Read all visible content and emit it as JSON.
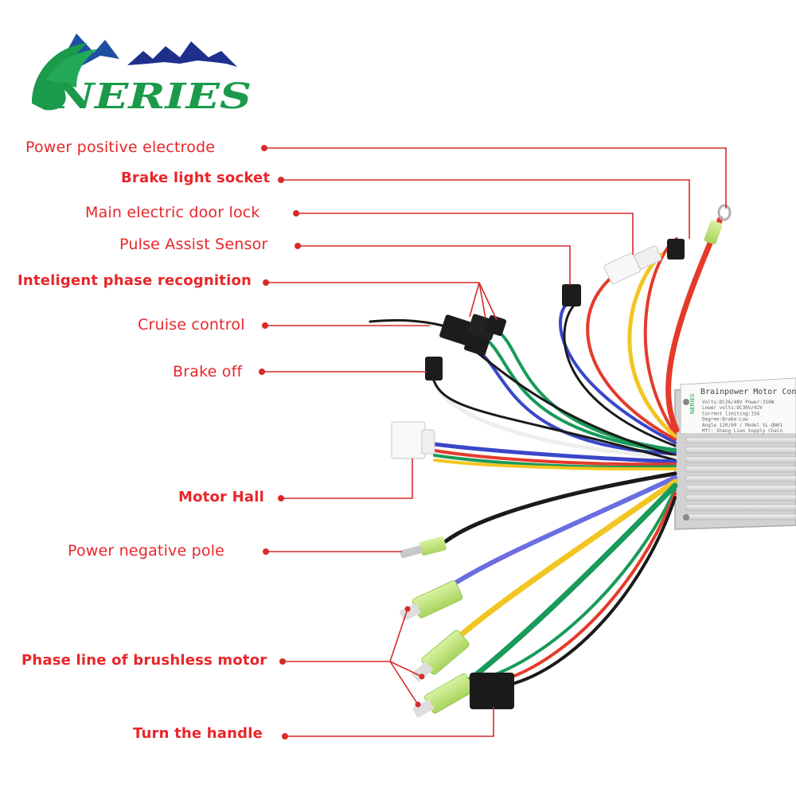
{
  "brand": {
    "logo_text": "NERIES",
    "logo_color": "#1a9a4a",
    "mountain_color": "#1e2f8c"
  },
  "controller": {
    "header": "Brainpower Motor Controller",
    "spec_lines": [
      "Volts:DC36/48V   Power:350W",
      "Lower volts:DC30V/42V",
      "Current limiting:15A",
      "Degree:Brake:Low",
      "Angle 120/60 / Model SL-QN01",
      "Mfr: Shang Lian Supply Chain"
    ]
  },
  "colors": {
    "label": "#e8262a",
    "leader": "#d72a2a"
  },
  "labels": [
    {
      "id": "power-positive-electrode",
      "text": "Power positive electrode"
    },
    {
      "id": "brake-light-socket",
      "text": "Brake light socket"
    },
    {
      "id": "main-electric-door-lock",
      "text": "Main electric door lock"
    },
    {
      "id": "pulse-assist-sensor",
      "text": "Pulse Assist Sensor"
    },
    {
      "id": "intelligent-phase-recognition",
      "text": "Inteligent phase recognition"
    },
    {
      "id": "cruise-control",
      "text": "Cruise control"
    },
    {
      "id": "brake-off",
      "text": "Brake off"
    },
    {
      "id": "motor-hall",
      "text": "Motor Hall"
    },
    {
      "id": "power-negative-pole",
      "text": "Power negative pole"
    },
    {
      "id": "phase-line-brushless-motor",
      "text": "Phase line of brushless motor"
    },
    {
      "id": "turn-the-handle",
      "text": "Turn the handle"
    }
  ]
}
